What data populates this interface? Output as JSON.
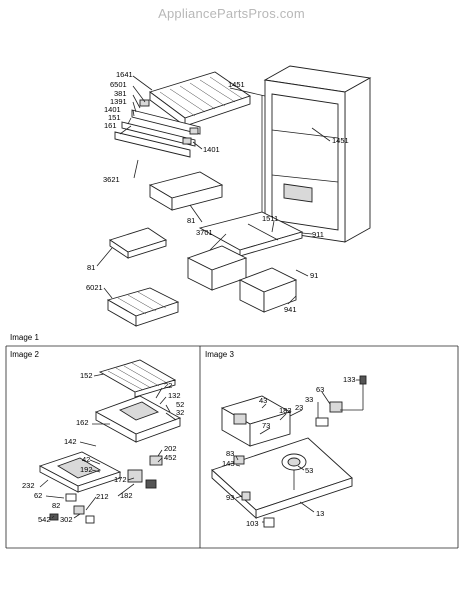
{
  "watermark": "AppliancePartsPros.com",
  "sections": {
    "image1": "Image 1",
    "image2": "Image 2",
    "image3": "Image 3"
  },
  "labels": {
    "l1641": "1641",
    "l6501": "6501",
    "l381": "381",
    "l1391": "1391",
    "l1401a": "1401",
    "l151": "151",
    "l161": "161",
    "l1401b": "1401",
    "l1451a": "1451",
    "l1451b": "1451",
    "l3621": "3621",
    "l81a": "81",
    "l1511": "1511",
    "l3701": "3701",
    "l911": "911",
    "l81b": "81",
    "l91": "91",
    "l6021": "6021",
    "l941": "941",
    "l152": "152",
    "l22": "22",
    "l132": "132",
    "l52": "52",
    "l32": "32",
    "l162": "162",
    "l142": "142",
    "l42": "42",
    "l192": "192",
    "l202": "202",
    "l452": "452",
    "l172": "172",
    "l232": "232",
    "l62": "62",
    "l212": "212",
    "l182": "182",
    "l82": "82",
    "l542": "542",
    "l302": "302",
    "l133": "133",
    "l63": "63",
    "l43": "43",
    "l33": "33",
    "l23": "23",
    "l183": "183",
    "l73": "73",
    "l83": "83",
    "l143": "143",
    "l53": "53",
    "l93": "93",
    "l13": "13",
    "l103": "103"
  }
}
